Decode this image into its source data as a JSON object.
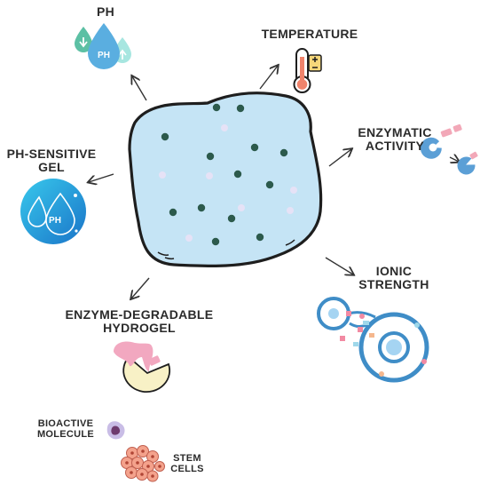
{
  "labels": {
    "ph": "PH",
    "temperature": "TEMPERATURE",
    "enzymatic_line1": "ENZYMATIC",
    "enzymatic_line2": "ACTIVITY",
    "ph_gel_line1": "PH-SENSITIVE",
    "ph_gel_line2": "GEL",
    "ionic_line1": "IONIC",
    "ionic_line2": "STRENGTH",
    "enzyme_gel_line1": "ENZYME-DEGRADABLE",
    "enzyme_gel_line2": "HYDROGEL",
    "bioactive_line1": "BIOACTIVE",
    "bioactive_line2": "MOLECULE",
    "stem_line1": "STEM",
    "stem_line2": "CELLS",
    "drop_text": "PH",
    "badge_text": "PH"
  },
  "colors": {
    "hydrogel_fill": "#c5e4f5",
    "outline": "#1e1e1e",
    "dot_dark": "#2c5a4c",
    "dot_light": "#e6e2f6",
    "drop_blue": "#5aaee0",
    "drop_teal": "#a7e6e0",
    "enzyme_blue": "#5b9fd6",
    "cell_orange": "#f4a28c"
  }
}
